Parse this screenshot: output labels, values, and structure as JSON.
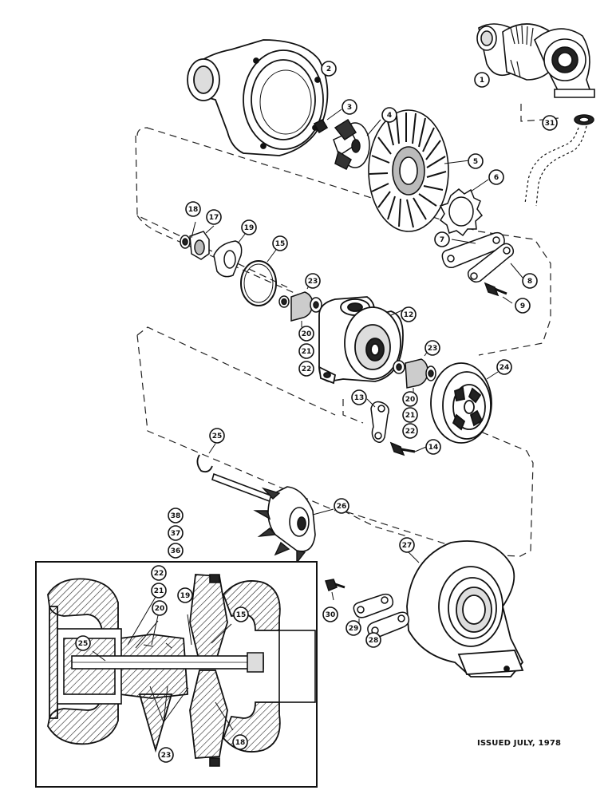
{
  "footer": "ISSUED JULY, 1978",
  "callouts": [
    {
      "id": "c1",
      "text": "1"
    },
    {
      "id": "c2",
      "text": "2"
    },
    {
      "id": "c3",
      "text": "3"
    },
    {
      "id": "c4",
      "text": "4"
    },
    {
      "id": "c5",
      "text": "5"
    },
    {
      "id": "c6",
      "text": "6"
    },
    {
      "id": "c7",
      "text": "7"
    },
    {
      "id": "c8",
      "text": "8"
    },
    {
      "id": "c9",
      "text": "9"
    },
    {
      "id": "c12",
      "text": "12"
    },
    {
      "id": "c13",
      "text": "13"
    },
    {
      "id": "c14",
      "text": "14"
    },
    {
      "id": "c15",
      "text": "15"
    },
    {
      "id": "c17",
      "text": "17"
    },
    {
      "id": "c18",
      "text": "18"
    },
    {
      "id": "c19",
      "text": "19"
    },
    {
      "id": "c20a",
      "text": "20"
    },
    {
      "id": "c21a",
      "text": "21"
    },
    {
      "id": "c22a",
      "text": "22"
    },
    {
      "id": "c23a",
      "text": "23"
    },
    {
      "id": "c20b",
      "text": "20"
    },
    {
      "id": "c21b",
      "text": "21"
    },
    {
      "id": "c22b",
      "text": "22"
    },
    {
      "id": "c23b",
      "text": "23"
    },
    {
      "id": "c24",
      "text": "24"
    },
    {
      "id": "c25",
      "text": "25"
    },
    {
      "id": "c26",
      "text": "26"
    },
    {
      "id": "c27",
      "text": "27"
    },
    {
      "id": "c28",
      "text": "28"
    },
    {
      "id": "c29",
      "text": "29"
    },
    {
      "id": "c30",
      "text": "30"
    },
    {
      "id": "c31",
      "text": "31"
    },
    {
      "id": "c36",
      "text": "36"
    },
    {
      "id": "c37",
      "text": "37"
    },
    {
      "id": "c38",
      "text": "38"
    },
    {
      "id": "i22",
      "text": "22"
    },
    {
      "id": "i21",
      "text": "21"
    },
    {
      "id": "i20",
      "text": "20"
    },
    {
      "id": "i19",
      "text": "19"
    },
    {
      "id": "i15",
      "text": "15"
    },
    {
      "id": "i25",
      "text": "25"
    },
    {
      "id": "i18",
      "text": "18"
    },
    {
      "id": "i23",
      "text": "23"
    }
  ]
}
